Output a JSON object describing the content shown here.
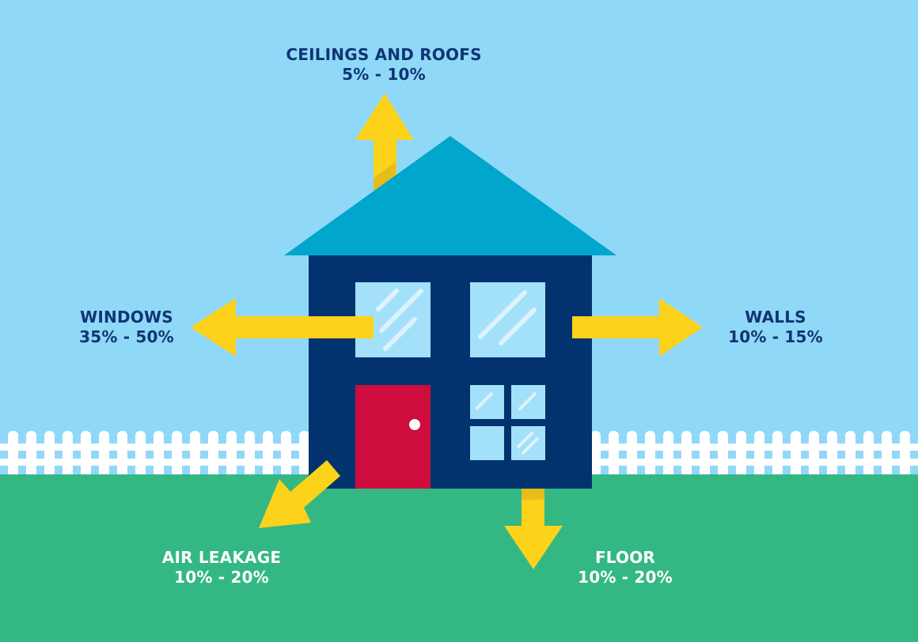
{
  "colors": {
    "sky": "#90D8F7",
    "grass": "#34B883",
    "roof": "#01A6CC",
    "house_body": "#02336F",
    "window_glass": "#A3E1FA",
    "window_glint": "#DDF3FD",
    "door": "#CE0C3D",
    "door_knob": "#FFFFFF",
    "arrow": "#FDD21B",
    "arrow_shadow": "#E6BD1A",
    "fence": "#FFFFFF",
    "label_dark": "#0E3575",
    "label_light": "#FFFFFF"
  },
  "heat_loss": [
    {
      "id": "ceilings_roofs",
      "name": "CEILINGS AND ROOFS",
      "range": "5% - 10%",
      "min_pct": 5,
      "max_pct": 10,
      "direction": "up"
    },
    {
      "id": "windows",
      "name": "WINDOWS",
      "range": "35% - 50%",
      "min_pct": 35,
      "max_pct": 50,
      "direction": "left"
    },
    {
      "id": "walls",
      "name": "WALLS",
      "range": "10% - 15%",
      "min_pct": 10,
      "max_pct": 15,
      "direction": "right"
    },
    {
      "id": "air_leakage",
      "name": "AIR LEAKAGE",
      "range": "10% - 20%",
      "min_pct": 10,
      "max_pct": 20,
      "direction": "down-left"
    },
    {
      "id": "floor",
      "name": "FLOOR",
      "range": "10% - 20%",
      "min_pct": 10,
      "max_pct": 20,
      "direction": "down"
    }
  ]
}
